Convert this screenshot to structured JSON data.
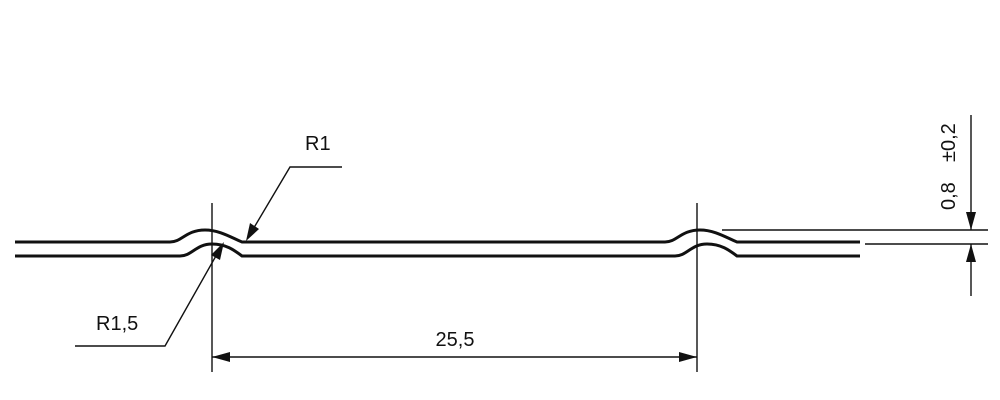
{
  "diagram": {
    "radius_top": "R1",
    "radius_bottom": "R1,5",
    "length": "25,5",
    "thickness": "0,8",
    "tolerance": "±0,2",
    "line_color": "#111111",
    "background": "#ffffff"
  }
}
